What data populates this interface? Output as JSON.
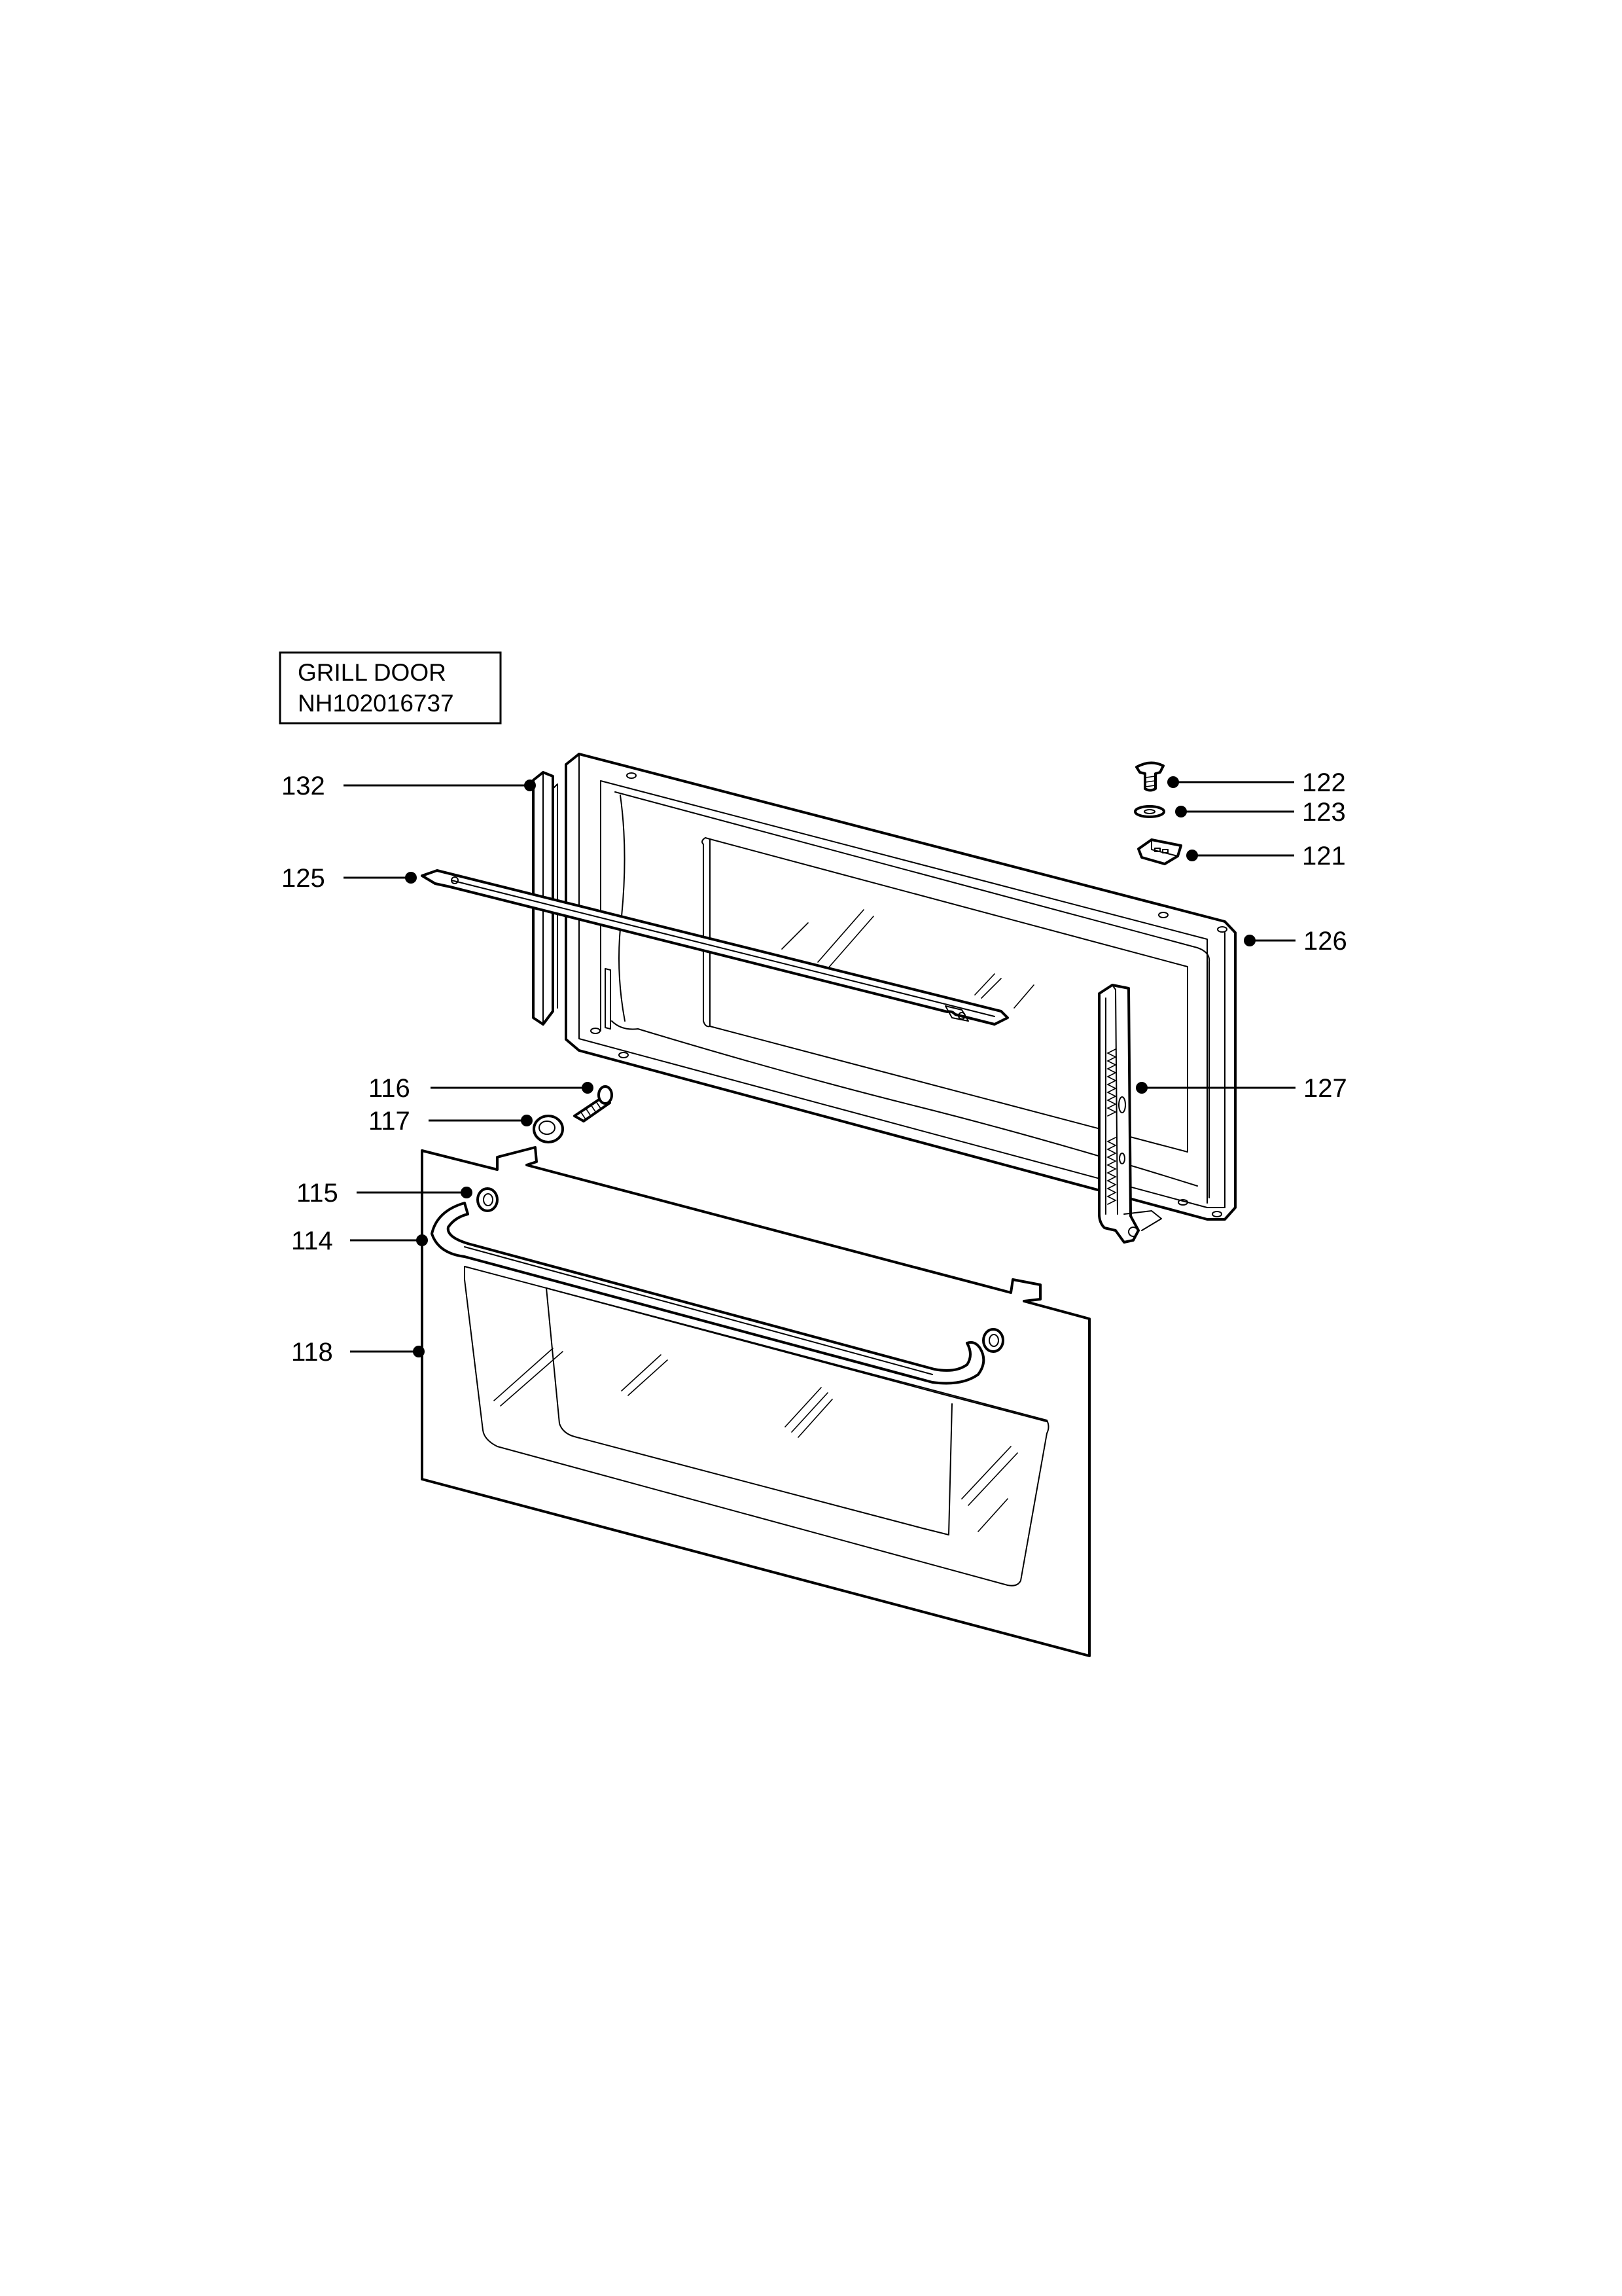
{
  "title_box": {
    "line1": "GRILL DOOR",
    "line2": "NH102016737"
  },
  "callouts": [
    {
      "id": "132",
      "label": "132"
    },
    {
      "id": "125",
      "label": "125"
    },
    {
      "id": "116",
      "label": "116"
    },
    {
      "id": "117",
      "label": "117"
    },
    {
      "id": "115",
      "label": "115"
    },
    {
      "id": "114",
      "label": "114"
    },
    {
      "id": "118",
      "label": "118"
    },
    {
      "id": "122",
      "label": "122"
    },
    {
      "id": "123",
      "label": "123"
    },
    {
      "id": "121",
      "label": "121"
    },
    {
      "id": "126",
      "label": "126"
    },
    {
      "id": "127",
      "label": "127"
    }
  ],
  "colors": {
    "line": "#000000",
    "background": "#ffffff"
  }
}
